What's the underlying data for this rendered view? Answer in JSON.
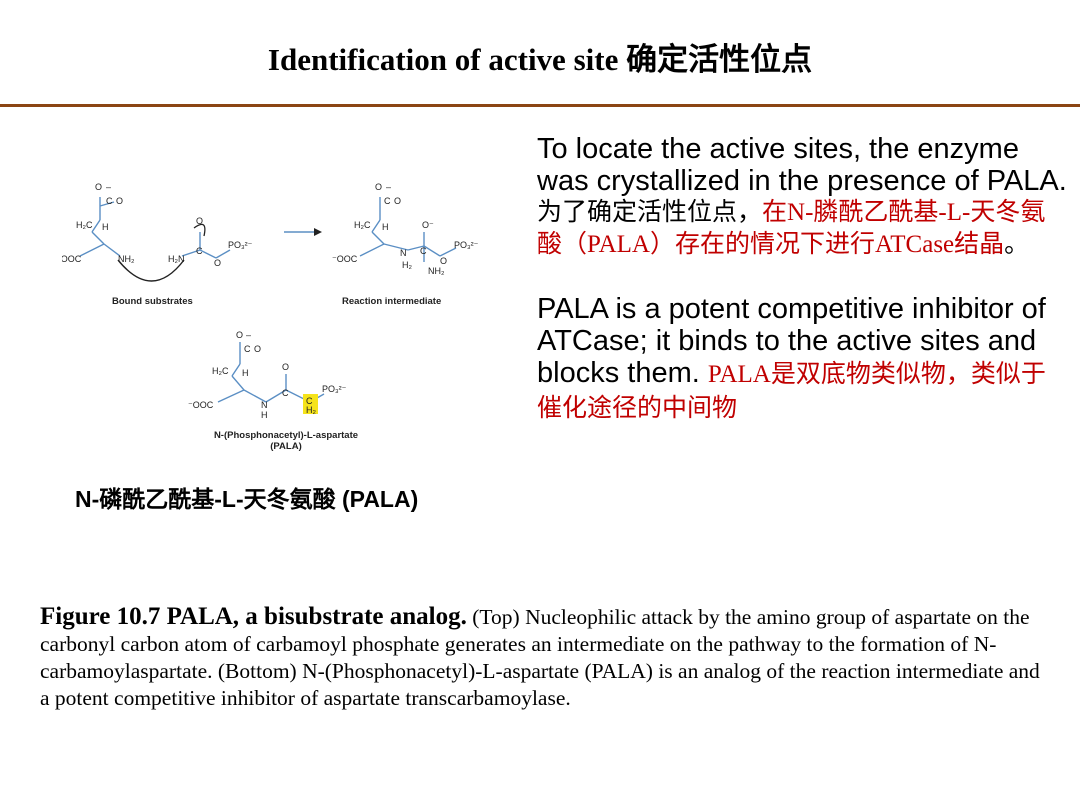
{
  "colors": {
    "rule": "#8b4513",
    "accent_red": "#c00000",
    "highlight": "#f5e31a",
    "bond_blue": "#5b8fc4"
  },
  "title": "Identification of active site 确定活性位点",
  "figure": {
    "bound_substrates_label": "Bound substrates",
    "reaction_intermediate_label": "Reaction intermediate",
    "pala_label_line1": "N-(Phosphonacetyl)-L-aspartate",
    "pala_label_line2": "(PALA)",
    "caption_zh": "N-磷酰乙酰基-L-天冬氨酸 (PALA)"
  },
  "body": {
    "para1_en": "To locate the active sites, the enzyme was crystallized in the presence of PALA.",
    "para1_zh_black": "为了确定活性位点，",
    "para1_zh_red": "在N-膦酰乙酰基-L-天冬氨酸（PALA）存在的情况下进行ATCase结晶",
    "para1_zh_end": "。",
    "para2_en": "PALA is a potent competitive inhibitor of ATCase; it binds to the active sites and blocks them.",
    "para2_zh_red": "PALA是双底物类似物，类似于催化途径的中间物"
  },
  "caption": {
    "title": "Figure 10.7 PALA, a bisubstrate analog.",
    "text": " (Top) Nucleophilic attack by the amino group of aspartate on the carbonyl carbon atom of carbamoyl phosphate generates an intermediate on the pathway to  the formation of N-carbamoylaspartate. (Bottom) N-(Phosphonacetyl)-L-aspartate (PALA) is an analog of the reaction intermediate and a potent competitive inhibitor of  aspartate transcarbamoylase."
  }
}
